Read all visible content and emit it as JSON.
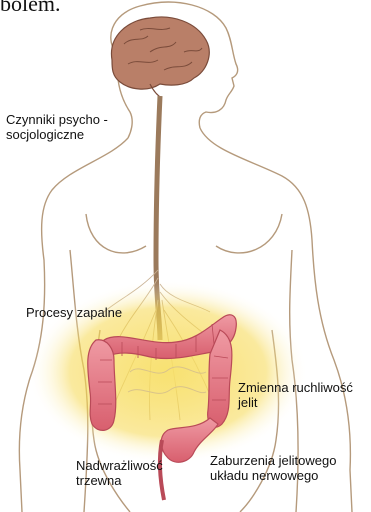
{
  "top_caption": "bólem.",
  "labels": {
    "psychosocial": "Czynniki psycho - socjologiczne",
    "inflammation": "Procesy zapalne",
    "motility": "Zmienna ruchliwość jelit",
    "visceral": "Nadwrażliwość trzewna",
    "enteric": "Zaburzenia jelitowego układu nerwowego"
  },
  "colors": {
    "outline": "#b59a7c",
    "brain": "#b97f68",
    "spine": "#9b7a5c",
    "colon": "#e77c87",
    "glow": "#f3d34a",
    "nerve": "#c8b092"
  }
}
